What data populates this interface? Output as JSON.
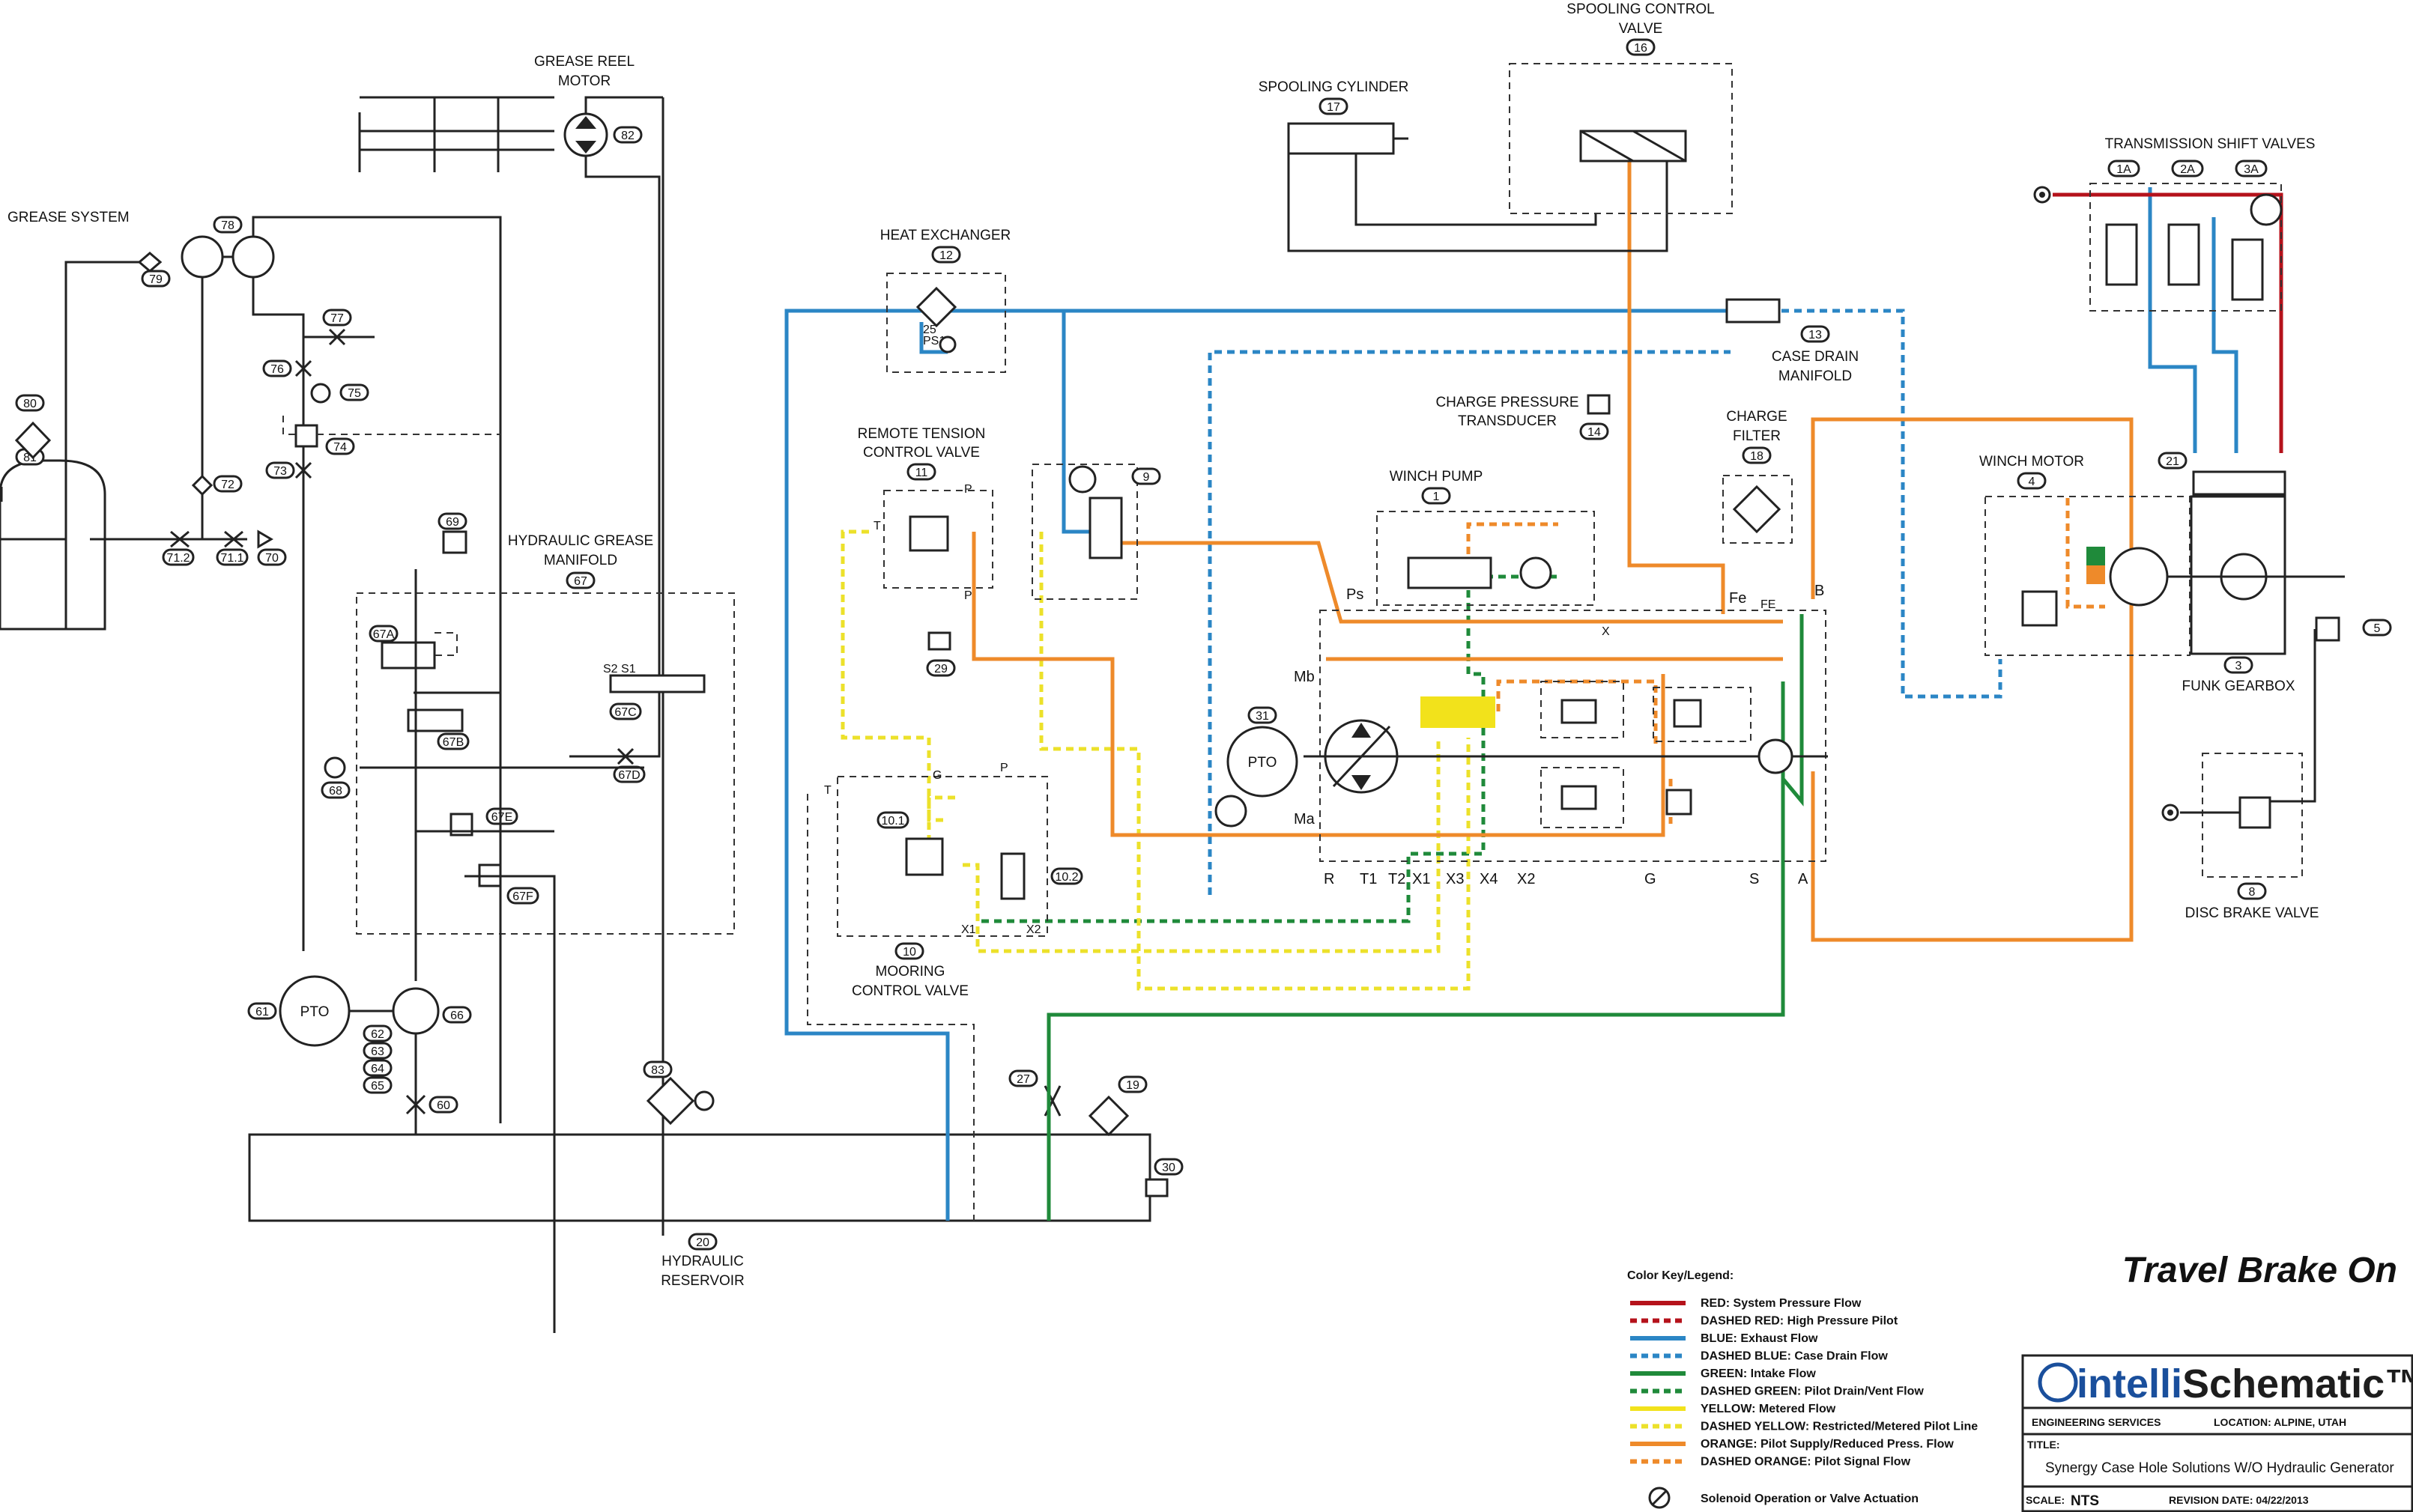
{
  "status": {
    "title": "Travel Brake On"
  },
  "labels": {
    "grease_system": "GREASE SYSTEM",
    "grease_reel_motor_1": "GREASE REEL",
    "grease_reel_motor_2": "MOTOR",
    "hydraulic_grease_manifold_1": "HYDRAULIC GREASE",
    "hydraulic_grease_manifold_2": "MANIFOLD",
    "heat_exchanger": "HEAT EXCHANGER",
    "remote_tension_1": "REMOTE TENSION",
    "remote_tension_2": "CONTROL VALVE",
    "mooring_1": "MOORING",
    "mooring_2": "CONTROL VALVE",
    "spooling_cylinder": "SPOOLING CYLINDER",
    "spooling_control_1": "SPOOLING CONTROL",
    "spooling_control_2": "VALVE",
    "case_drain_1": "CASE DRAIN",
    "case_drain_2": "MANIFOLD",
    "charge_pressure_1": "CHARGE PRESSURE",
    "charge_pressure_2": "TRANSDUCER",
    "charge_filter_1": "CHARGE",
    "charge_filter_2": "FILTER",
    "winch_pump": "WINCH PUMP",
    "winch_motor": "WINCH MOTOR",
    "transmission_shift": "TRANSMISSION SHIFT VALVES",
    "funk_gearbox": "FUNK GEARBOX",
    "disc_brake": "DISC BRAKE VALVE",
    "hydraulic_reservoir_1": "HYDRAULIC",
    "hydraulic_reservoir_2": "RESERVOIR",
    "pto": "PTO"
  },
  "component_numbers": {
    "n78": "78",
    "n79": "79",
    "n80": "80",
    "n81": "81",
    "n82": "82",
    "n77": "77",
    "n76": "76",
    "n75": "75",
    "n74": "74",
    "n73": "73",
    "n72": "72",
    "n71_2": "71.2",
    "n71_1": "71.1",
    "n70": "70",
    "n69": "69",
    "n67": "67",
    "n67a": "67A",
    "n67b": "67B",
    "n67c": "67C",
    "n67d": "67D",
    "n67e": "67E",
    "n67f": "67F",
    "n68": "68",
    "n61": "61",
    "n66": "66",
    "n62": "62",
    "n63": "63",
    "n64": "64",
    "n65": "65",
    "n60": "60",
    "n83": "83",
    "n20": "20",
    "n12": "12",
    "n11": "11",
    "n9": "9",
    "n29": "29",
    "n10_1": "10.1",
    "n10_2": "10.2",
    "n10": "10",
    "n27": "27",
    "n19": "19",
    "n30": "30",
    "n17": "17",
    "n16": "16",
    "n13": "13",
    "n14": "14",
    "n18": "18",
    "n1": "1",
    "n31": "31",
    "n4": "4",
    "n21": "21",
    "n1a": "1A",
    "n2a": "2A",
    "n3a": "3A",
    "n3": "3",
    "n5": "5",
    "n8": "8"
  },
  "ports": {
    "s2s1": "S2 S1",
    "p": "P",
    "t": "T",
    "g": "G",
    "x1": "X1",
    "x2": "X2",
    "ps": "Ps",
    "fe": "Fe",
    "fe2": "FE",
    "b": "B",
    "ma": "Ma",
    "mb": "Mb",
    "x": "X",
    "r": "R",
    "t1": "T1",
    "t2": "T2",
    "x1b": "X1",
    "x3": "X3",
    "x4": "X4",
    "x2b": "X2",
    "gb": "G",
    "s": "S",
    "a": "A",
    "ps1": "PS1",
    "n25": "25"
  },
  "legend": {
    "title": "Color Key/Legend:",
    "items": [
      {
        "label": "RED: System Pressure Flow",
        "color": "#b5121b",
        "dashed": false
      },
      {
        "label": "DASHED RED: High Pressure Pilot",
        "color": "#b5121b",
        "dashed": true
      },
      {
        "label": "BLUE: Exhaust Flow",
        "color": "#2b86c5",
        "dashed": false
      },
      {
        "label": "DASHED BLUE: Case Drain Flow",
        "color": "#2b86c5",
        "dashed": true
      },
      {
        "label": "GREEN: Intake Flow",
        "color": "#1f8a3a",
        "dashed": false
      },
      {
        "label": "DASHED GREEN: Pilot Drain/Vent Flow",
        "color": "#1f8a3a",
        "dashed": true
      },
      {
        "label": "YELLOW: Metered Flow",
        "color": "#f2e21b",
        "dashed": false
      },
      {
        "label": "DASHED YELLOW: Restricted/Metered Pilot Line",
        "color": "#ece12a",
        "dashed": true
      },
      {
        "label": "ORANGE: Pilot Supply/Reduced Press. Flow",
        "color": "#ee8a2a",
        "dashed": false
      },
      {
        "label": "DASHED ORANGE: Pilot Signal Flow",
        "color": "#ee8a2a",
        "dashed": true
      }
    ],
    "solenoid_note": "Solenoid Operation or Valve Actuation"
  },
  "title_block": {
    "brand_prefix": "intelli",
    "brand_suffix": "Schematic™",
    "engineering": "ENGINEERING SERVICES",
    "location": "LOCATION: ALPINE, UTAH",
    "title_label": "TITLE:",
    "title_value": "Synergy Case Hole Solutions W/O Hydraulic Generator",
    "scale_label": "SCALE:",
    "scale_value": "NTS",
    "revision": "REVISION DATE: 04/22/2013"
  }
}
